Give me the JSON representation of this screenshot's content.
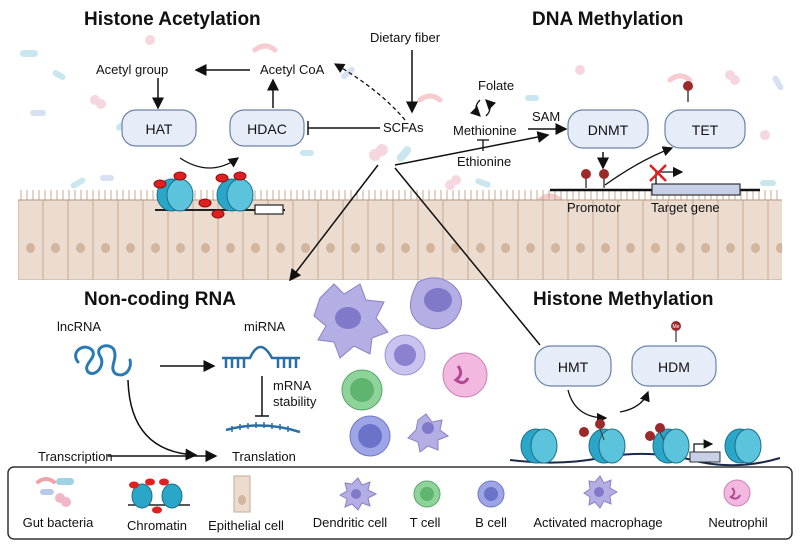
{
  "sections": {
    "histone_acetylation": "Histone Acetylation",
    "dna_methylation": "DNA Methylation",
    "noncoding_rna": "Non-coding RNA",
    "histone_methylation": "Histone Methylation"
  },
  "acetylation": {
    "acetyl_group": "Acetyl group",
    "acetyl_coa": "Acetyl CoA",
    "dietary_fiber": "Dietary fiber",
    "hat": "HAT",
    "hdac": "HDAC",
    "scfas": "SCFAs"
  },
  "dna": {
    "folate": "Folate",
    "methionine": "Methionine",
    "ethionine": "Ethionine",
    "sam": "SAM",
    "dnmt": "DNMT",
    "tet": "TET",
    "promotor": "Promotor",
    "target_gene": "Target gene"
  },
  "rna": {
    "lncrna": "lncRNA",
    "mirna": "miRNA",
    "mrna_stability_1": "mRNA",
    "mrna_stability_2": "stability",
    "transcription": "Transcription",
    "translation": "Translation"
  },
  "histone_meth": {
    "hmt": "HMT",
    "hdm": "HDM",
    "me": "Me"
  },
  "legend": {
    "items": [
      "Gut bacteria",
      "Chromatin",
      "Epithelial cell",
      "Dendritic cell",
      "T cell",
      "B cell",
      "Activated macrophage",
      "Neutrophil"
    ]
  },
  "colors": {
    "box_fill": "#e6edf8",
    "box_stroke": "#6a83a8",
    "nucleosome": "#2aa6c9",
    "acetyl_red": "#e02020",
    "methyl_red": "#9c2a2a",
    "epithelium": "#e9d6c8",
    "dendritic": "#9a94d4",
    "t_cell": "#7cc48a",
    "b_cell": "#7d86d6",
    "neutrophil": "#e6a6d6"
  }
}
